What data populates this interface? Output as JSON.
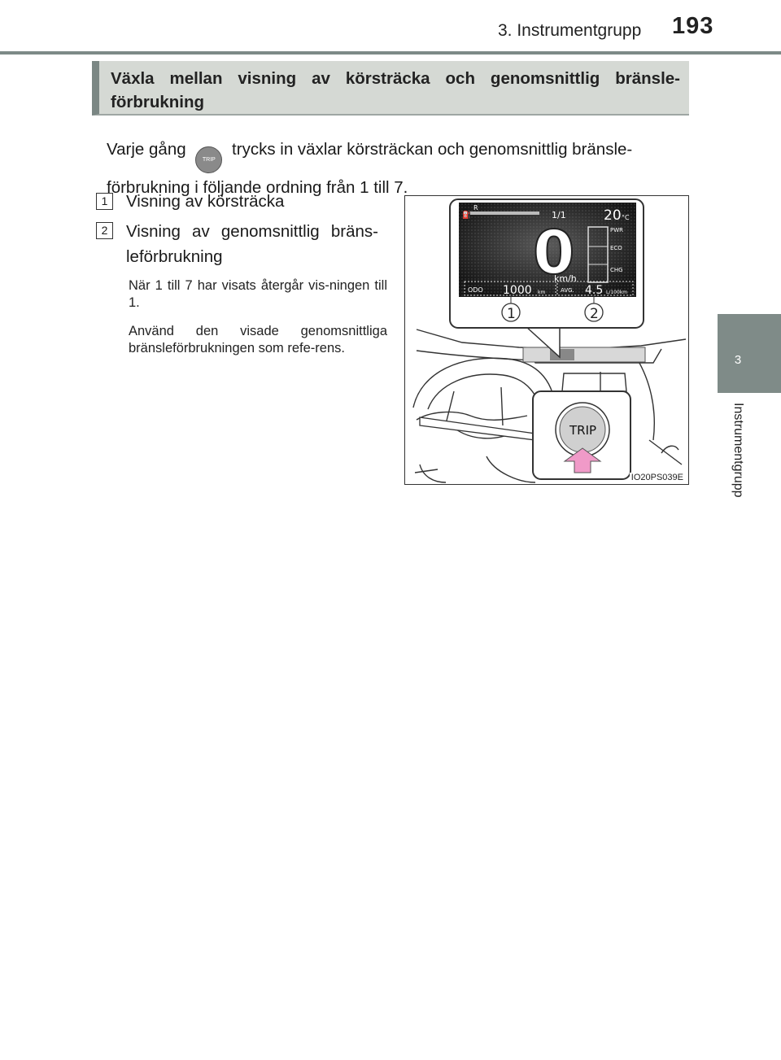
{
  "header": {
    "title": "3. Instrumentgrupp",
    "page_number": "193"
  },
  "side_tab": {
    "number": "3",
    "label": "Instrumentgrupp"
  },
  "section": {
    "title": "Växla mellan visning av körsträcka och genomsnittlig bränsle-förbrukning"
  },
  "intro": {
    "before": "Varje gång",
    "button_label": "TRIP",
    "after": "trycks in växlar körsträckan och genomsnittlig bränsle-förbrukning i följande ordning från 1 till 7."
  },
  "items": [
    {
      "number": "1",
      "text": "Visning av körsträcka"
    },
    {
      "number": "2",
      "text": "Visning av genomsnittlig bräns-leförbrukning"
    }
  ],
  "notes": [
    "När 1 till 7 har visats återgår vis-ningen till 1.",
    "Använd den visade genomsnittliga bränsleförbrukningen som refe-rens."
  ],
  "figure": {
    "code": "IO20PS039E",
    "display": {
      "temperature": "20",
      "temp_unit": "°C",
      "speed": "0",
      "speed_unit": "km/h",
      "fuel_fraction": "1/1",
      "gear": "R",
      "pwr": "PWR",
      "eco": "ECO",
      "chg": "CHG",
      "odo_label": "ODO",
      "odo_value": "1000",
      "odo_unit": "km",
      "avg_label": "AVG.",
      "avg_value": "4.5",
      "avg_unit": "L/100km"
    },
    "callouts": [
      "1",
      "2"
    ],
    "button_label": "TRIP"
  }
}
